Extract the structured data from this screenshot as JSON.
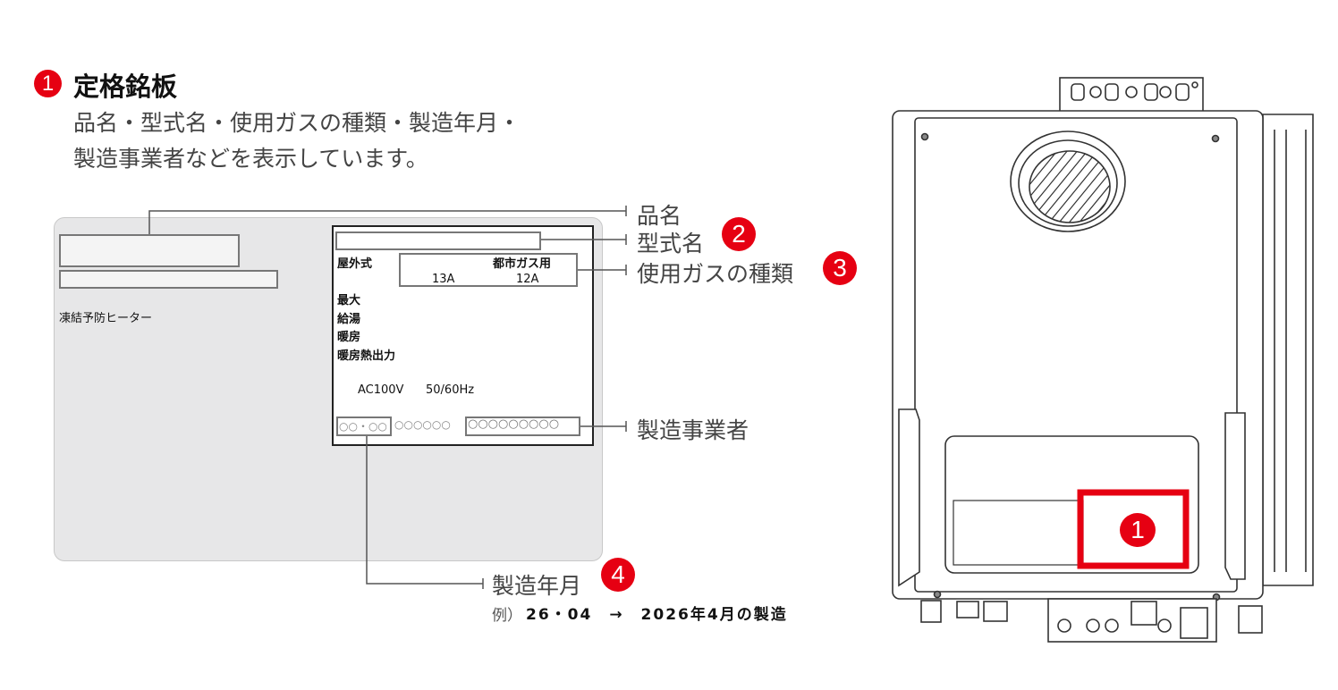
{
  "header": {
    "badge": "1",
    "title": "定格銘板",
    "description_line1": "品名・型式名・使用ガスの種類・製造年月・",
    "description_line2": "製造事業者などを表示しています。"
  },
  "left_panel": {
    "heater_label": "凍結予防ヒーター"
  },
  "nameplate": {
    "install_type": "屋外式",
    "gas_header": "都市ガス用",
    "gas_13a": "13A",
    "gas_12a": "12A",
    "row_max": "最大",
    "row_hot_water": "給湯",
    "row_heating": "暖房",
    "row_heating_output": "暖房熱出力",
    "power": "AC100V",
    "frequency": "50/60Hz",
    "date_code": "○○・○○",
    "serial": "○○○○○○",
    "maker_code": "○○○○○○○○○"
  },
  "callouts": {
    "product_name": "品名",
    "model_name": "型式名",
    "model_badge": "2",
    "gas_type": "使用ガスの種類",
    "gas_badge": "3",
    "manufacturer": "製造事業者",
    "manufacture_date": "製造年月",
    "date_badge": "4",
    "example_prefix": "例）",
    "example_text": "26・04　→　2026年4月の製造"
  },
  "heater": {
    "badge": "1"
  },
  "colors": {
    "accent": "#e60012",
    "panel": "#e7e7e8"
  }
}
